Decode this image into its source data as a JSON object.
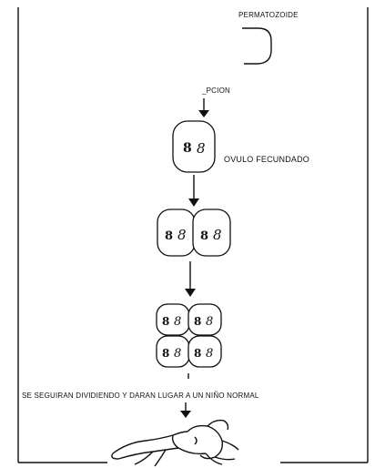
{
  "labels": {
    "sperm": "PERMATOZOIDE",
    "conception": "_PCION",
    "zygote": "OVULO FECUNDADO",
    "caption": "SE SEGUIRAN DIVIDIENDO Y DARAN LUGAR A UN NIÑO NORMAL"
  },
  "chromosome_pair": "8",
  "cell_counts": [
    1,
    2,
    4
  ],
  "colors": {
    "ink": "#111111",
    "paper": "#ffffff"
  },
  "icons": [
    "sperm-curve-icon",
    "down-arrow-icon",
    "fetus-icon"
  ]
}
